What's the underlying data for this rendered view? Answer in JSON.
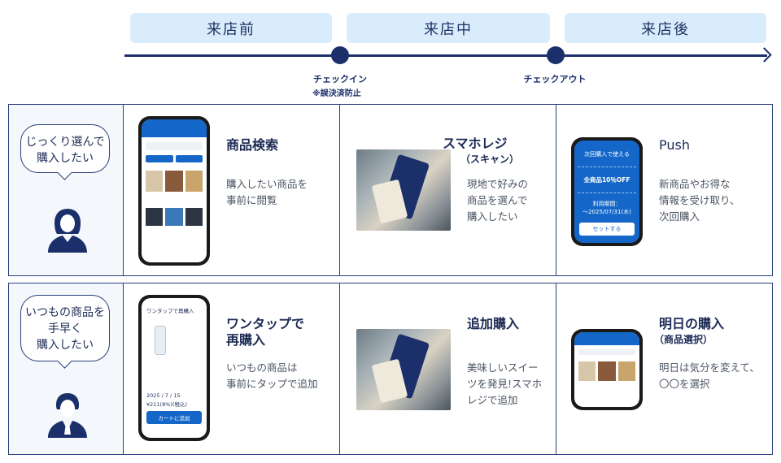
{
  "phases": [
    "来店前",
    "来店中",
    "来店後"
  ],
  "milestones": {
    "checkin": "チェックイン",
    "checkin_note": "※誤決済防止",
    "checkout": "チェックアウト"
  },
  "rows": [
    {
      "persona": {
        "line1": "じっくり選んで",
        "line2": "購入したい"
      },
      "cells": [
        {
          "title": "商品検索",
          "subtitle": "",
          "desc": [
            "購入したい商品を",
            "事前に閲覧"
          ]
        },
        {
          "title": "スマホレジ",
          "subtitle": "（スキャン）",
          "desc": [
            "現地で好みの",
            "商品を選んで",
            "購入したい"
          ]
        },
        {
          "title": "Push",
          "subtitle": "",
          "desc": [
            "新商品やお得な",
            "情報を受け取り、",
            "次回購入"
          ]
        }
      ]
    },
    {
      "persona": {
        "line1": "いつもの商品を",
        "line2": "手早く",
        "line3": "購入したい"
      },
      "cells": [
        {
          "title": "ワンタップで",
          "title2": "再購入",
          "subtitle": "",
          "desc": [
            "いつもの商品は",
            "事前にタップで追加"
          ]
        },
        {
          "title": "追加購入",
          "subtitle": "",
          "desc": [
            "美味しいスイー",
            "ツを発見!スマホ",
            "レジで追加"
          ]
        },
        {
          "title": "明日の購入",
          "subtitle": "（商品選択）",
          "desc": [
            "明日は気分を変えて、",
            "〇〇を選択"
          ]
        }
      ]
    }
  ],
  "screens": {
    "push": {
      "header": "次回購入で使える",
      "offer": "全商品10％OFF",
      "period_label": "利用期間：",
      "period": "～2025/07/31(木)",
      "button": "セットする"
    },
    "onetap": {
      "header": "ワンタップで再購入",
      "date": "2025 / 7 / 15",
      "item": "¥211(8%)(税込)",
      "button": "カートに追加"
    }
  },
  "colors": {
    "navy": "#1b2f6b",
    "phase_bg": "#d9ecfb",
    "accent": "#1467c8"
  }
}
